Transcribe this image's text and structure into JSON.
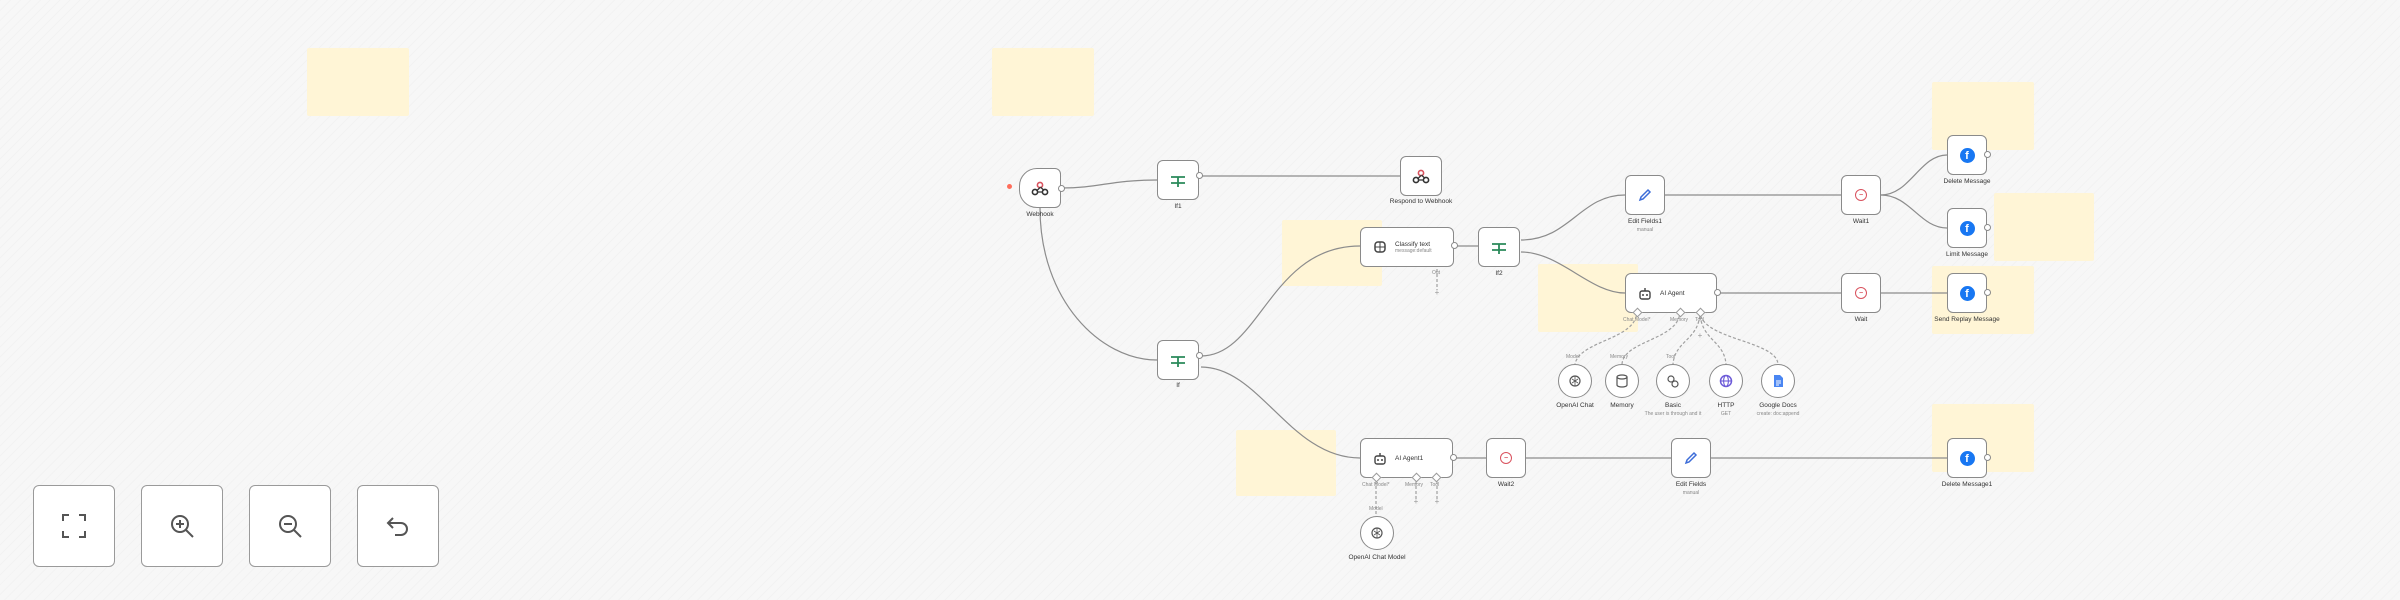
{
  "nodes": {
    "webhook": {
      "label": "Webhook"
    },
    "if_top": {
      "label": "If1"
    },
    "respond": {
      "label": "Respond to Webhook"
    },
    "if_mid": {
      "label": "If"
    },
    "classify": {
      "title": "Classify text",
      "subtitle": "message:default",
      "port": "Out"
    },
    "if_right": {
      "label": "If2"
    },
    "edit1": {
      "label": "Edit Fields1",
      "subtitle": "manual"
    },
    "wait1": {
      "label": "Wait1"
    },
    "delete_msg": {
      "label": "Delete Message"
    },
    "limit_msg": {
      "label": "Limit Message"
    },
    "agent1": {
      "title": "AI Agent",
      "ports": [
        "Chat Model*",
        "Memory",
        "Tool"
      ]
    },
    "wait": {
      "label": "Wait"
    },
    "send_reply": {
      "label": "Send Replay Message"
    },
    "openai_chat": {
      "label": "OpenAI Chat",
      "port": "Model"
    },
    "memory": {
      "label": "Memory",
      "port": "Memory"
    },
    "basic": {
      "label": "Basic",
      "subtitle": "The user is through and it",
      "port": "Tool"
    },
    "http": {
      "label": "HTTP",
      "subtitle": "GET"
    },
    "gdocs": {
      "label": "Google Docs",
      "subtitle": "create: doc:append"
    },
    "agent2": {
      "title": "AI Agent1",
      "ports": [
        "Chat Model*",
        "Memory",
        "Tool"
      ]
    },
    "wait2": {
      "label": "Wait2"
    },
    "edit2": {
      "label": "Edit Fields",
      "subtitle": "manual"
    },
    "delete_msg2": {
      "label": "Delete Message1"
    },
    "openai_model": {
      "label": "OpenAI Chat Model",
      "port": "Model"
    }
  },
  "icons": {
    "webhook": "webhook-icon",
    "if": "split-branch-icon",
    "classify": "brain-icon",
    "edit": "pencil-icon",
    "wait": "stop-clock-icon",
    "facebook": "facebook-icon",
    "agent": "robot-icon",
    "openai": "openai-icon",
    "memory": "database-icon",
    "http": "globe-icon",
    "gdocs": "document-icon"
  },
  "colors": {
    "accent_green": "#2a8a5a",
    "facebook_blue": "#1877f2",
    "wait_red": "#d9525e",
    "edit_blue": "#3d6dd8",
    "sticky_yellow": "#fff5d6",
    "http_purple": "#6d5bd8",
    "webhook_red": "#d9525e"
  },
  "toolbar": [
    {
      "icon": "fit-view-icon",
      "action": "Zoom to fit"
    },
    {
      "icon": "zoom-in-icon",
      "action": "Zoom in"
    },
    {
      "icon": "zoom-out-icon",
      "action": "Zoom out"
    },
    {
      "icon": "undo-icon",
      "action": "Undo"
    }
  ]
}
